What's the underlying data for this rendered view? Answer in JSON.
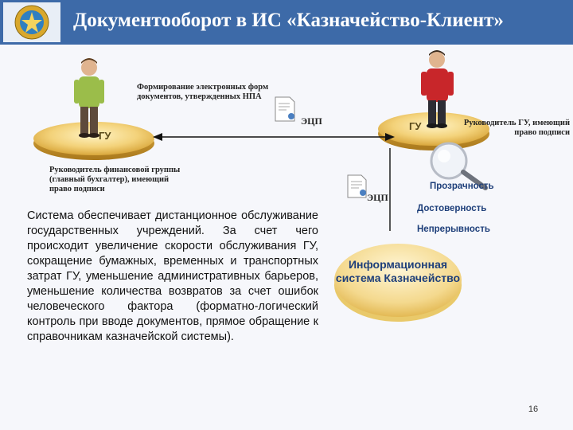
{
  "header": {
    "title": "Документооборот в ИС «Казначейство-Клиент»"
  },
  "left_party": {
    "platform_label": "ГУ",
    "role_caption": "Руководитель финансовой группы (главный бухгалтер), имеющий право подписи"
  },
  "right_party": {
    "platform_label": "ГУ",
    "role_caption": "Руководитель ГУ, имеющий право подписи"
  },
  "flow": {
    "caption": "Формирование электронных форм документов, утвержденных НПА",
    "signature_top": "ЭЦП",
    "signature_lower": "ЭЦП"
  },
  "description": "Система обеспечивает дистанционное обслуживание государственных учреждений. За счет чего происходит увеличение скорости обслуживания ГУ, сокращение бумажных, временных и транспортных затрат ГУ, уменьшение административных барьеров, уменьшение количества возвратов за счет ошибок человеческого фактора (форматно-логический контроль при вводе документов, прямое обращение к справочникам казначейской системы).",
  "properties": [
    "Прозрачность",
    "Достоверность",
    "Непрерывность"
  ],
  "system": {
    "label": "Информационная система Казначейство"
  },
  "page_number": "16",
  "colors": {
    "header": "#3d6aa8",
    "platform": "#f0c75a",
    "accent_text": "#1e3f7a"
  }
}
